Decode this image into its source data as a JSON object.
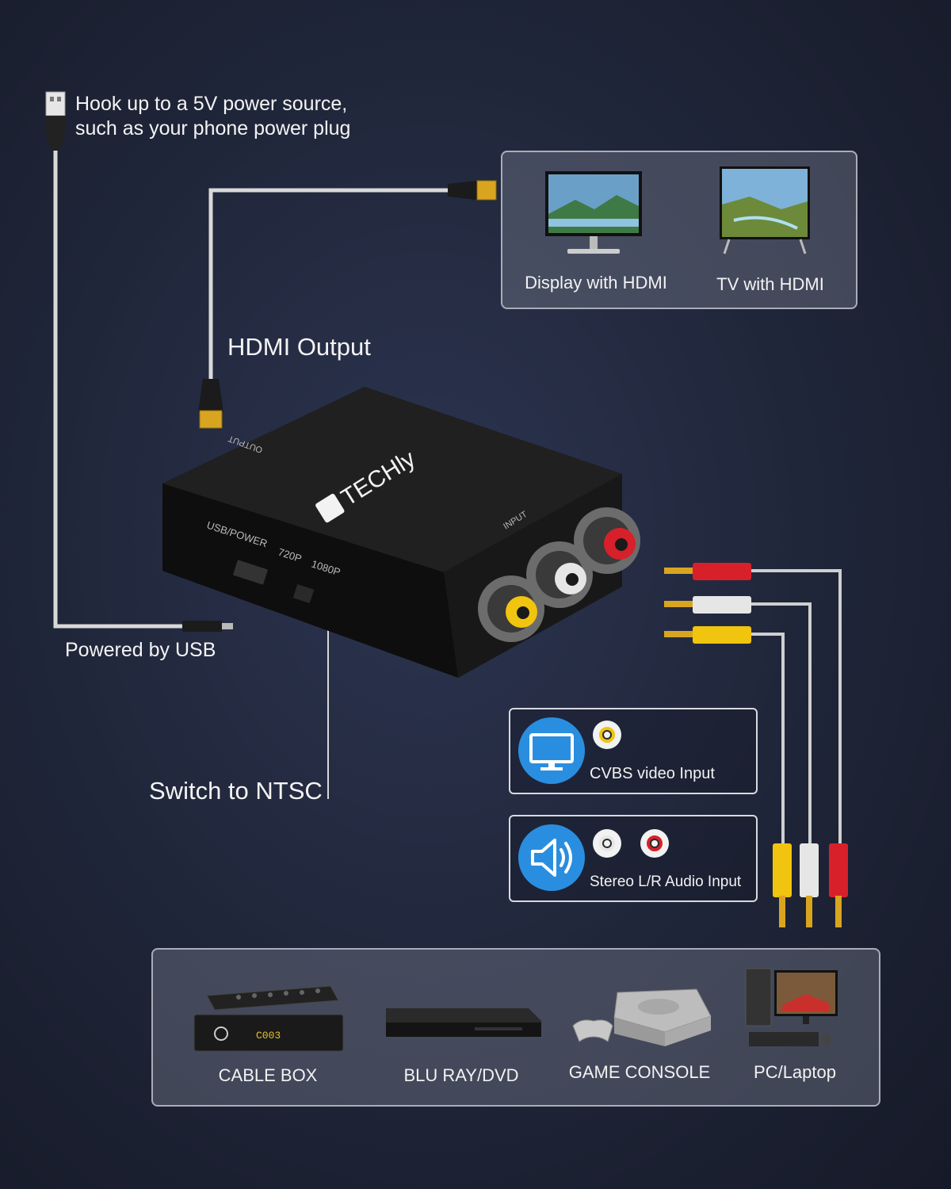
{
  "labels": {
    "power_line1": "Hook up to a 5V power source,",
    "power_line2": "such as your phone power plug",
    "hdmi_output": "HDMI Output",
    "powered_by_usb": "Powered by USB",
    "switch_ntsc": "Switch to NTSC"
  },
  "device": {
    "brand": "TECHly",
    "output_port": "OUTPUT",
    "input_port": "INPUT",
    "usb_power": "USB/POWER",
    "mode_720": "720P",
    "mode_1080": "1080P"
  },
  "displays": {
    "monitor": "Display with HDMI",
    "tv": "TV with HDMI"
  },
  "inputs": {
    "cvbs": "CVBS video Input",
    "audio": "Stereo L/R Audio Input"
  },
  "sources": [
    {
      "label": "CABLE BOX"
    },
    {
      "label": "BLU RAY/DVD"
    },
    {
      "label": "GAME CONSOLE"
    },
    {
      "label": "PC/Laptop"
    }
  ],
  "colors": {
    "accent_blue": "#2a8ee0",
    "rca_yellow": "#f1c40f",
    "rca_white": "#e6e6e6",
    "rca_red": "#d8202a"
  }
}
